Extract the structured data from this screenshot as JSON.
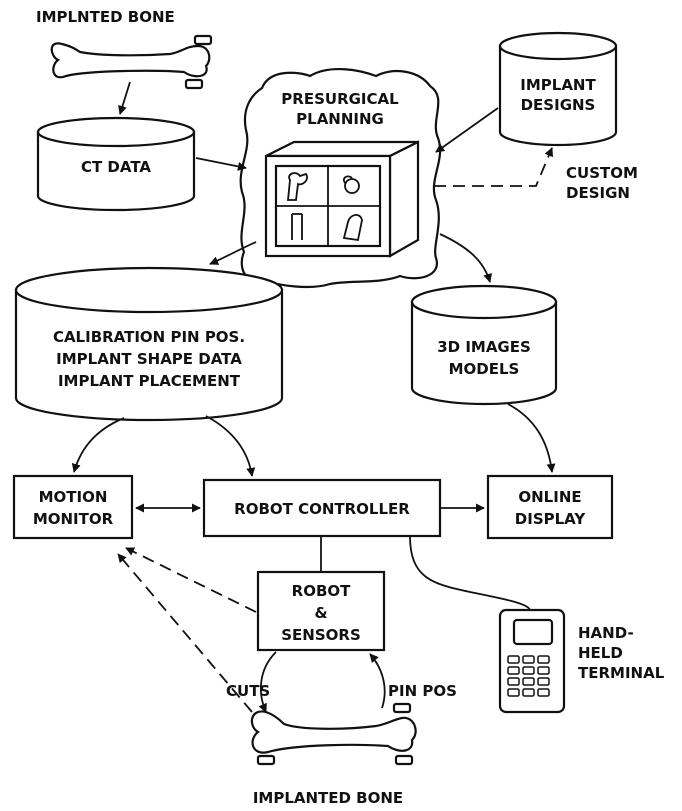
{
  "labels": {
    "implnted_bone": "IMPLNTED BONE",
    "ct_data": "CT DATA",
    "presurgical_1": "PRESURGICAL",
    "presurgical_2": "PLANNING",
    "implant_designs_1": "IMPLANT",
    "implant_designs_2": "DESIGNS",
    "custom_design_1": "CUSTOM",
    "custom_design_2": "DESIGN",
    "calib_1": "CALIBRATION PIN POS.",
    "calib_2": "IMPLANT SHAPE DATA",
    "calib_3": "IMPLANT PLACEMENT",
    "images_1": "3D IMAGES",
    "images_2": "MODELS",
    "motion_1": "MOTION",
    "motion_2": "MONITOR",
    "robot_controller": "ROBOT CONTROLLER",
    "online_1": "ONLINE",
    "online_2": "DISPLAY",
    "robot_sensors_1": "ROBOT",
    "robot_sensors_2": "&",
    "robot_sensors_3": "SENSORS",
    "cuts": "CUTS",
    "pin_pos": "PIN POS",
    "handheld_1": "HAND-",
    "handheld_2": "HELD",
    "handheld_3": "TERMINAL",
    "implanted_bone": "IMPLANTED BONE"
  }
}
